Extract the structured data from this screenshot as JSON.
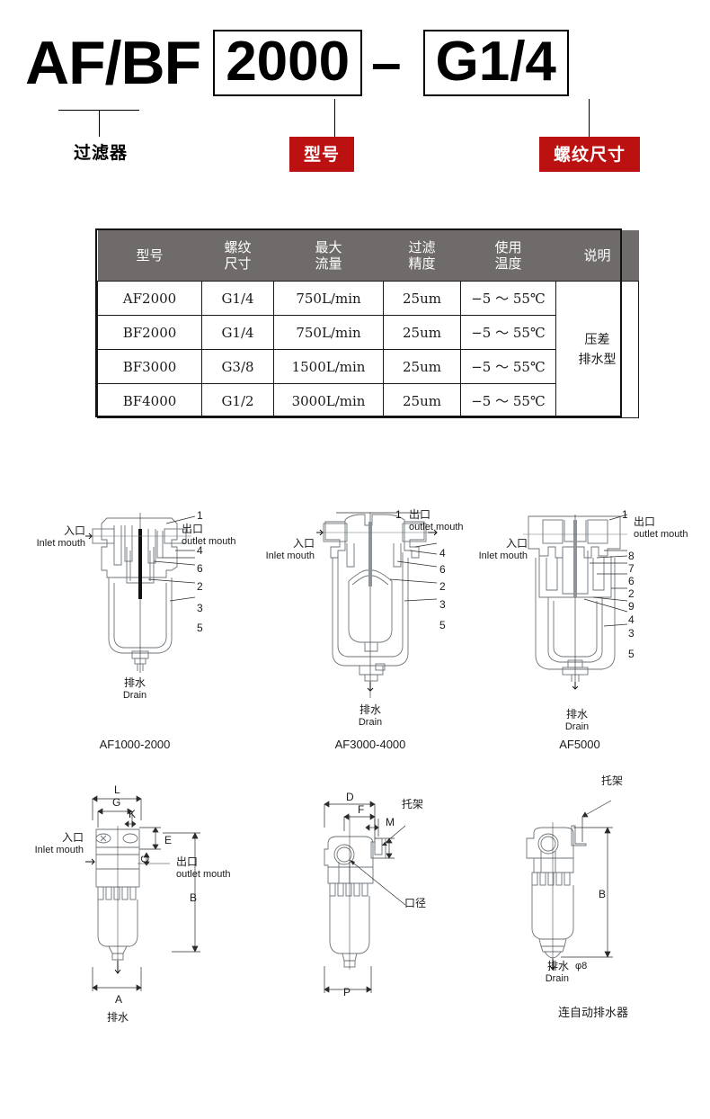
{
  "header": {
    "series_code": "AF/BF",
    "model_code": "2000",
    "dash": "–",
    "thread_code": "G1/4",
    "series_label": "过滤器",
    "model_label": "型号",
    "thread_label": "螺纹尺寸",
    "chip_color": "#bb1111"
  },
  "spec_table": {
    "header_bg": "#6f6b6a",
    "columns": [
      "型号",
      "螺纹\n尺寸",
      "最大\n流量",
      "过滤\n精度",
      "使用\n温度",
      "说明"
    ],
    "columns_flat": [
      "型号",
      "螺纹 尺寸",
      "最大 流量",
      "过滤 精度",
      "使用 温度",
      "说明"
    ],
    "column_lines": [
      [
        "型号",
        ""
      ],
      [
        "螺纹",
        "尺寸"
      ],
      [
        "最大",
        "流量"
      ],
      [
        "过滤",
        "精度"
      ],
      [
        "使用",
        "温度"
      ],
      [
        "说明",
        ""
      ]
    ],
    "rows": [
      {
        "model": "AF2000",
        "thread": "G1/4",
        "flow": "750L/min",
        "filtration": "25um",
        "temperature": "−5 ～ 55℃"
      },
      {
        "model": "BF2000",
        "thread": "G1/4",
        "flow": "750L/min",
        "filtration": "25um",
        "temperature": "−5 ～ 55℃"
      },
      {
        "model": "BF3000",
        "thread": "G3/8",
        "flow": "1500L/min",
        "filtration": "25um",
        "temperature": "−5 ～ 55℃"
      },
      {
        "model": "BF4000",
        "thread": "G1/2",
        "flow": "3000L/min",
        "filtration": "25um",
        "temperature": "−5 ～ 55℃"
      }
    ],
    "remark_line1": "压差",
    "remark_line2": "排水型"
  },
  "diagrams": {
    "section_row": [
      {
        "caption": "AF1000-2000",
        "inlet_cn": "入口",
        "inlet_en": "Inlet mouth",
        "outlet_cn": "出口",
        "outlet_en": "outlet mouth",
        "drain_cn": "排水",
        "drain_en": "Drain",
        "callouts": [
          "1",
          "4",
          "6",
          "2",
          "3",
          "5"
        ]
      },
      {
        "caption": "AF3000-4000",
        "inlet_cn": "入口",
        "inlet_en": "Inlet mouth",
        "outlet_cn": "出口",
        "outlet_en": "outlet mouth",
        "drain_cn": "排水",
        "drain_en": "Drain",
        "callouts": [
          "1",
          "4",
          "6",
          "2",
          "3",
          "5"
        ]
      },
      {
        "caption": "AF5000",
        "inlet_cn": "入口",
        "inlet_en": "Inlet mouth",
        "outlet_cn": "出口",
        "outlet_en": "outlet mouth",
        "drain_cn": "排水",
        "drain_en": "Drain",
        "callouts": [
          "1",
          "8",
          "7",
          "6",
          "2",
          "9",
          "4",
          "3",
          "5"
        ]
      }
    ],
    "dimension_row": [
      {
        "caption": "",
        "inlet_cn": "入口",
        "inlet_en": "Inlet mouth",
        "outlet_cn": "出口",
        "outlet_en": "outlet mouth",
        "drain_cn": "排水",
        "dims": [
          "L",
          "G",
          "K",
          "E",
          "C",
          "B",
          "A"
        ]
      },
      {
        "caption": "",
        "bracket_cn": "托架",
        "bore_cn": "口径",
        "dims": [
          "D",
          "F",
          "M",
          "P"
        ]
      },
      {
        "caption": "连自动排水器",
        "bracket_cn": "托架",
        "drain_cn": "排水",
        "drain_en": "Drain",
        "phi": "φ8",
        "dims": [
          "B"
        ]
      }
    ]
  }
}
